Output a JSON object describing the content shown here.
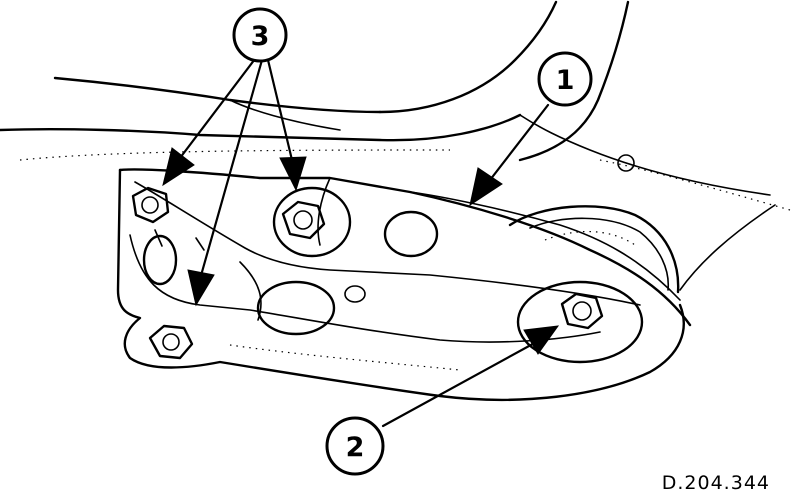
{
  "callouts": {
    "one": "1",
    "two": "2",
    "three": "3"
  },
  "reference_code": "D.204.344",
  "colors": {
    "ink": "#000000",
    "paper": "#ffffff"
  }
}
